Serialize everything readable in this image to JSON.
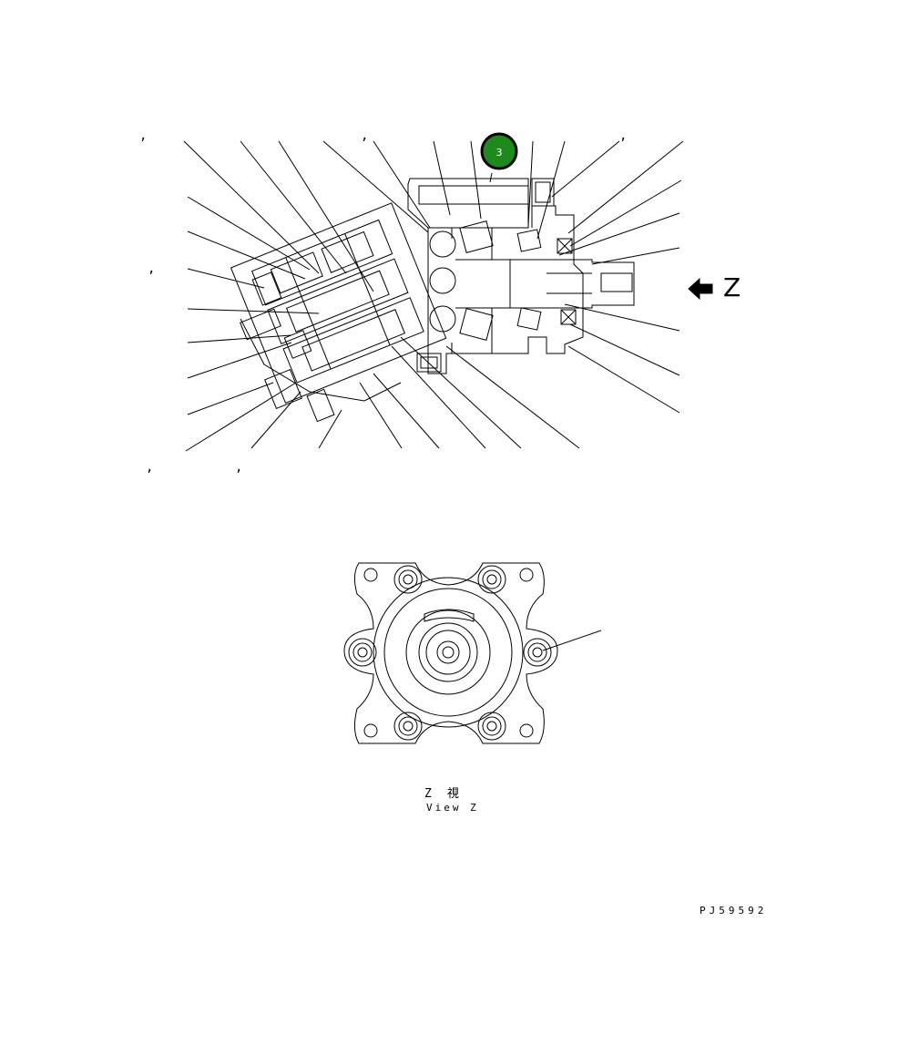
{
  "diagram": {
    "callout_badge": {
      "number": "3",
      "fill": "#1e8a1e",
      "ring": "#000000",
      "text_color": "#ffffff"
    },
    "view_marker": {
      "letter": "Z"
    },
    "caption": {
      "jp": "Z　視",
      "en": "View Z"
    },
    "drawing_code": "PJ59592",
    "stray_marks": [
      ",",
      ",",
      ",",
      ",",
      ",",
      ","
    ]
  }
}
